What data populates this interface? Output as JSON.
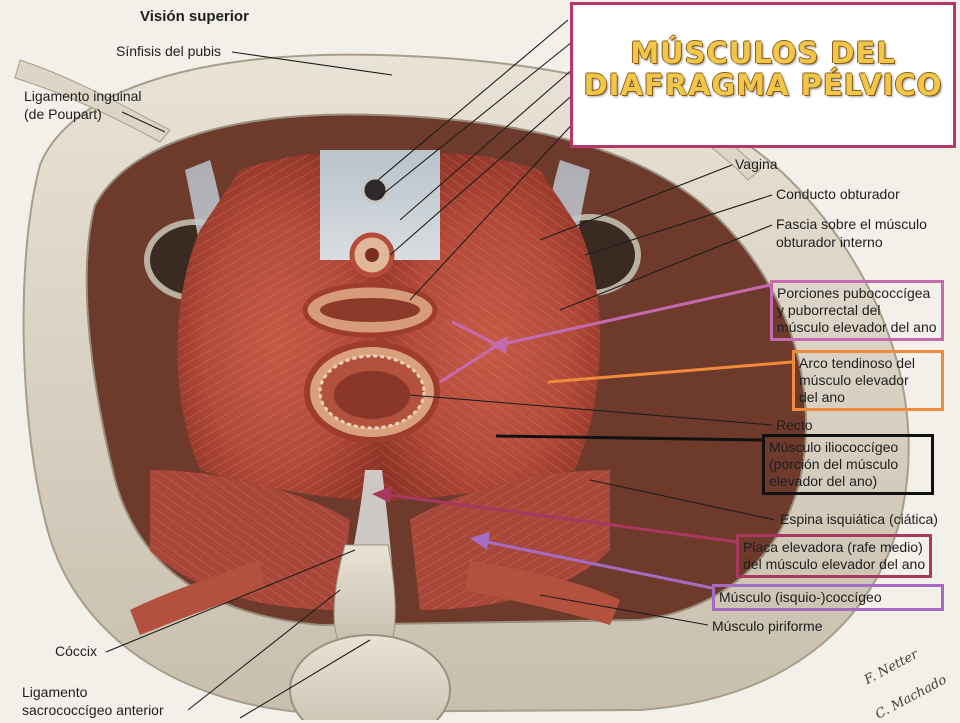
{
  "header": {
    "view_label": "Visión superior"
  },
  "title_card": {
    "line1": "MÚSCULOS DEL",
    "line2": "DIAFRAGMA PÉLVICO",
    "border_color": "#b5376a",
    "text_color": "#f0c74a"
  },
  "labels": {
    "pubic_symphysis": "Sínfisis del pubis",
    "inguinal_line1": "Ligamento inguinal",
    "inguinal_line2": "(de Poupart)",
    "vagina": "Vagina",
    "obturator_canal": "Conducto obturador",
    "fascia_line1": "Fascia sobre el músculo",
    "fascia_line2": "obturador interno",
    "rectum": "Recto",
    "ischial_spine": "Espina isquiática (ciática)",
    "piriformis": "Músculo piriforme",
    "coccyx": "Cóccix",
    "sacro_line1": "Ligamento",
    "sacro_line2": "sacrococcígeo anterior"
  },
  "boxed_labels": {
    "pubococcygeus": {
      "line1": "Porciones pubococcígea",
      "line2": "y puborrectal del",
      "line3": "músculo elevador del ano",
      "color": "#c46bb0"
    },
    "tendinous_arch": {
      "line1": "Arco tendinoso del",
      "line2": "músculo elevador",
      "line3": "del ano",
      "color": "#f08a3c"
    },
    "iliococcygeus": {
      "line1": "Músculo iliococcígeo",
      "line2": "(porción del músculo",
      "line3": "elevador del ano)",
      "color": "#111111"
    },
    "levator_plate": {
      "line1": "Placa elevadora (rafe medio)",
      "line2": "del músculo elevador del ano",
      "color": "#a8385e"
    },
    "coccygeus": {
      "line1": "Músculo (isquio-)coccígeo",
      "color": "#a66cc4"
    }
  },
  "signature": {
    "line1": "F. Netter",
    "line2": "C. Machado"
  },
  "icons": {
    "arrow": "arrow-icon"
  }
}
